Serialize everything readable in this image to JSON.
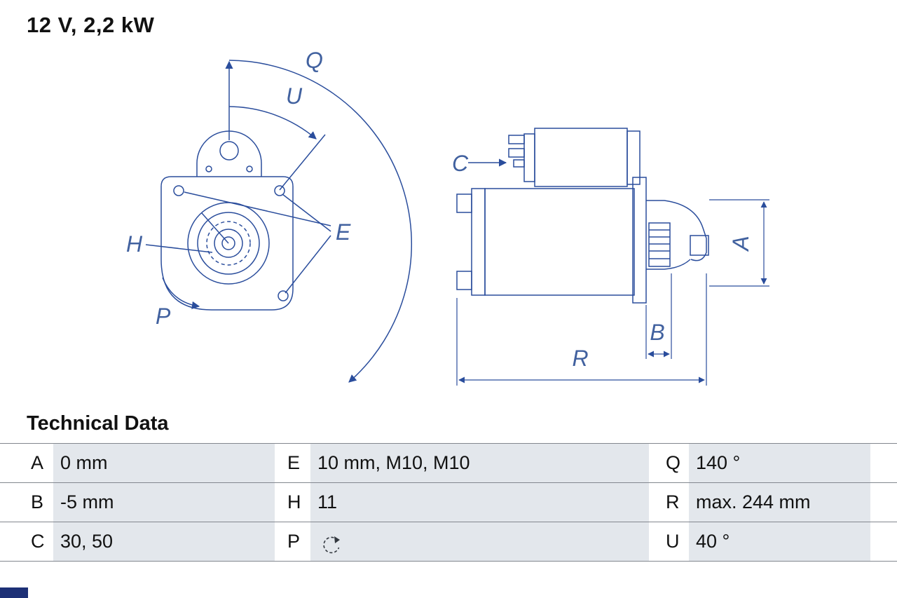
{
  "title": "12 V, 2,2 kW",
  "drawing": {
    "accent_color": "#2a4d9c",
    "labels": {
      "Q": "Q",
      "U": "U",
      "E": "E",
      "H": "H",
      "P": "P",
      "C": "C",
      "A": "A",
      "B": "B",
      "R": "R"
    }
  },
  "table": {
    "heading": "Technical Data",
    "rows": [
      {
        "c1": {
          "key": "A",
          "value": "0 mm"
        },
        "c2": {
          "key": "E",
          "value": "10 mm, M10, M10"
        },
        "c3": {
          "key": "Q",
          "value": "140 °"
        }
      },
      {
        "c1": {
          "key": "B",
          "value": "-5 mm"
        },
        "c2": {
          "key": "H",
          "value": "11"
        },
        "c3": {
          "key": "R",
          "value": "max. 244 mm"
        }
      },
      {
        "c1": {
          "key": "C",
          "value": "30, 50"
        },
        "c2": {
          "key": "P",
          "value": ""
        },
        "c3": {
          "key": "U",
          "value": "40 °"
        }
      }
    ]
  }
}
